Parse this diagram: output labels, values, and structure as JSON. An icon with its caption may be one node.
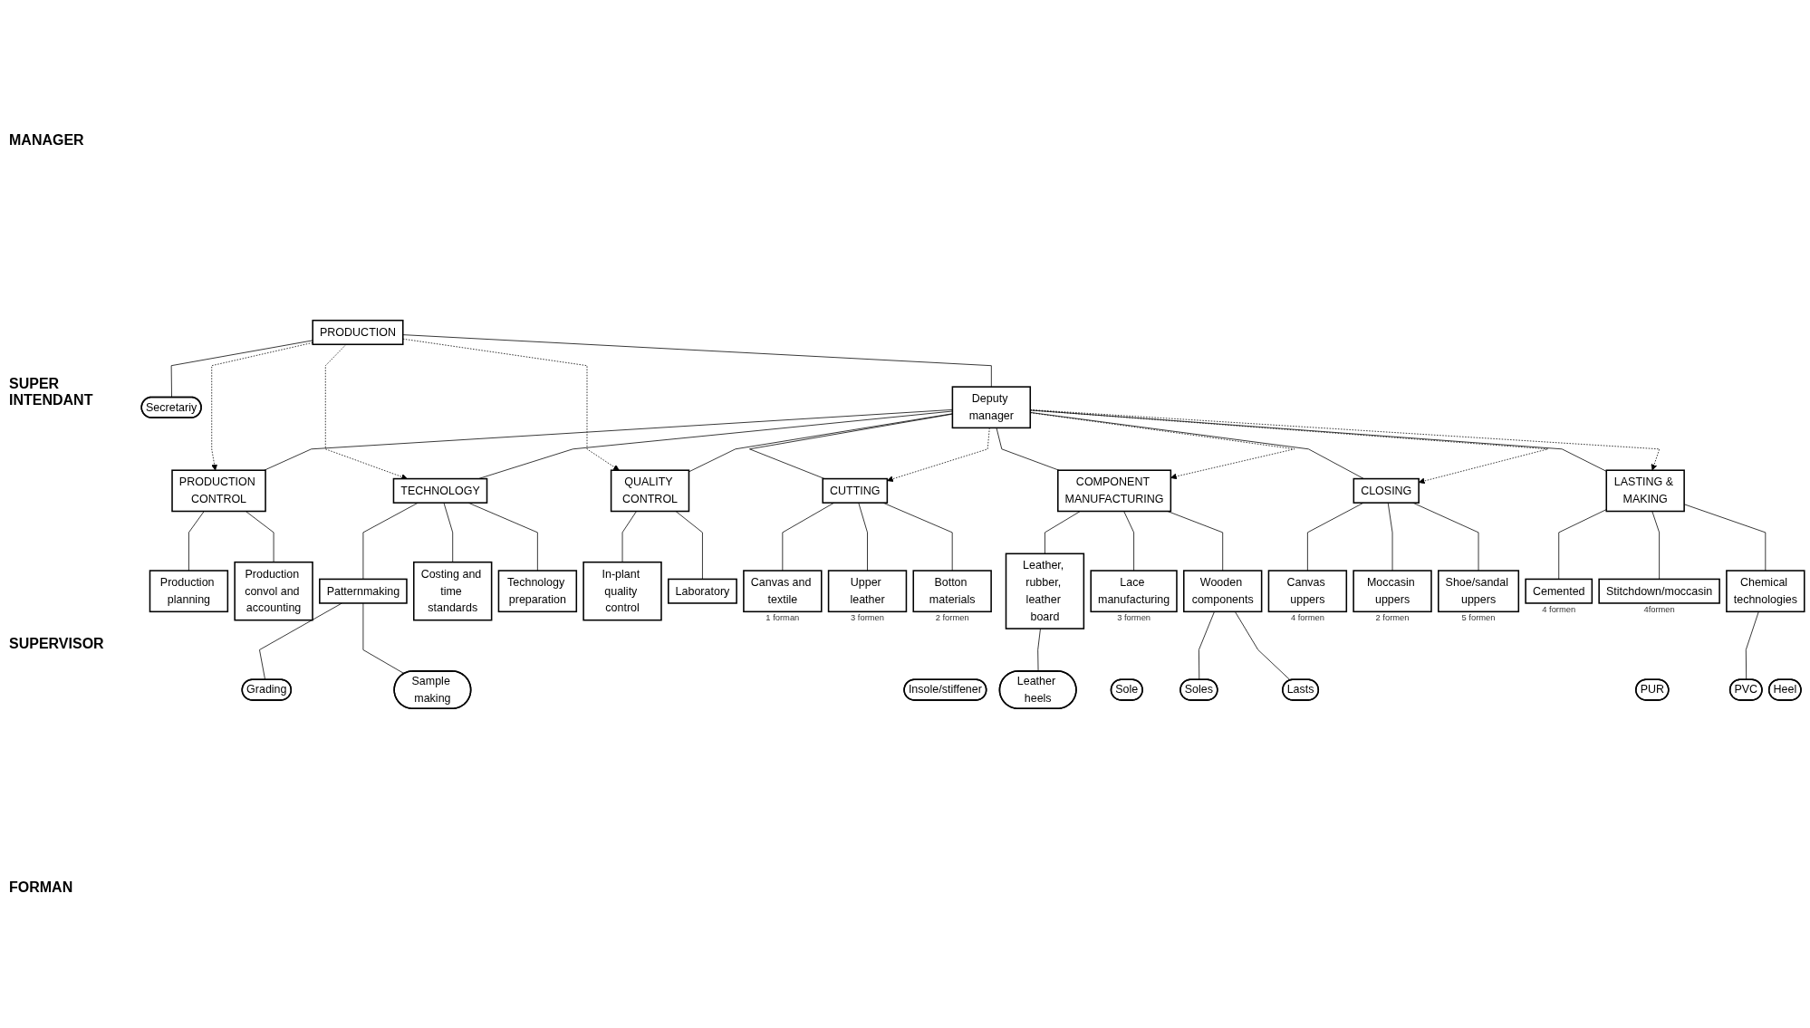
{
  "diagram": {
    "nodes": [
      {
        "text": [
          "PRODUCTION"
        ]
      },
      {
        "text": [
          "Secretariy"
        ]
      },
      {
        "text": [
          "Deputy manager"
        ]
      },
      {
        "text": [
          "PRODUCTION CONTROL"
        ]
      },
      {
        "text": [
          "TECHNOLOGY"
        ]
      },
      {
        "text": [
          "QUALITY CONTROL"
        ]
      },
      {
        "text": [
          "CUTTING"
        ]
      },
      {
        "text": [
          "COMPONENT MANUFACTURING"
        ]
      },
      {
        "text": [
          "CLOSING"
        ]
      },
      {
        "text": [
          "LASTING & MAKING"
        ]
      },
      {
        "text": [
          "Production planning"
        ]
      },
      {
        "text": [
          "Production convol and accounting"
        ]
      },
      {
        "text": [
          "Patternmaking"
        ]
      },
      {
        "text": [
          "Costing and time standards"
        ]
      },
      {
        "text": [
          "Technology preparation"
        ]
      },
      {
        "text": [
          "In-plant quality control"
        ]
      },
      {
        "text": [
          "Laboratory"
        ]
      },
      {
        "text": [
          "Canvas and textile"
        ],
        "beside": [
          "1 forman"
        ]
      },
      {
        "text": [
          "Upper leather"
        ],
        "beside": [
          "3 formen"
        ]
      },
      {
        "text": [
          "Botton materials"
        ],
        "beside": [
          "2 formen"
        ]
      },
      {
        "text": [
          "Leather, rubber, leather board"
        ]
      },
      {
        "text": [
          "Lace manufacturing"
        ],
        "beside": [
          "3 formen"
        ]
      },
      {
        "text": [
          "Wooden components"
        ]
      },
      {
        "text": [
          "Canvas uppers"
        ],
        "beside": [
          "4 formen"
        ]
      },
      {
        "text": [
          "Moccasin uppers"
        ],
        "beside": [
          "2 formen"
        ]
      },
      {
        "text": [
          "Shoe/sandal uppers"
        ],
        "beside": [
          "5 formen"
        ]
      },
      {
        "text": [
          "Cemented"
        ],
        "beside": [
          "4 formen"
        ]
      },
      {
        "text": [
          "Stitchdown/moccasin"
        ],
        "beside": [
          "4formen"
        ]
      },
      {
        "text": [
          "Chemical technologies"
        ]
      },
      {
        "text": [
          "Grading"
        ]
      },
      {
        "text": [
          "Sample making"
        ]
      },
      {
        "text": [
          "Insole/stiffener"
        ]
      },
      {
        "text": [
          "Leather heels"
        ]
      },
      {
        "text": [
          "Sole"
        ]
      },
      {
        "text": [
          "Soles"
        ]
      },
      {
        "text": [
          "Lasts"
        ]
      },
      {
        "text": [
          "PUR"
        ]
      },
      {
        "text": [
          "PVC"
        ]
      },
      {
        "text": [
          "Heel"
        ]
      }
    ],
    "edges": [
      {
        "from": 0,
        "to": 1,
        "arrow": "none"
      },
      {
        "from": 0,
        "to": 2,
        "arrow": "none"
      },
      {
        "from": 0,
        "to": 3,
        "arrow": "to",
        "style": "dashed"
      },
      {
        "from": 0,
        "to": 4,
        "arrow": "to",
        "style": "dashed"
      },
      {
        "from": 0,
        "to": 5,
        "arrow": "to",
        "style": "dashed"
      },
      {
        "from": 2,
        "to": 3,
        "arrow": "none"
      },
      {
        "from": 2,
        "to": 4,
        "arrow": "none"
      },
      {
        "from": 2,
        "to": 5,
        "arrow": "none"
      },
      {
        "from": 2,
        "to": 6,
        "arrow": "none"
      },
      {
        "from": 2,
        "to": 7,
        "arrow": "none"
      },
      {
        "from": 2,
        "to": 8,
        "arrow": "none"
      },
      {
        "from": 2,
        "to": 9,
        "arrow": "none"
      },
      {
        "from": 2,
        "to": 6,
        "arrow": "to",
        "style": "dashed"
      },
      {
        "from": 2,
        "to": 7,
        "arrow": "to",
        "style": "dashed"
      },
      {
        "from": 2,
        "to": 8,
        "arrow": "to",
        "style": "dashed"
      },
      {
        "from": 2,
        "to": 9,
        "arrow": "to",
        "style": "dashed"
      },
      {
        "from": 3,
        "to": 10,
        "arrow": "none"
      },
      {
        "from": 3,
        "to": 11,
        "arrow": "none"
      },
      {
        "from": 4,
        "to": 12,
        "arrow": "none"
      },
      {
        "from": 4,
        "to": 13,
        "arrow": "none"
      },
      {
        "from": 4,
        "to": 14,
        "arrow": "none"
      },
      {
        "from": 5,
        "to": 15,
        "arrow": "none"
      },
      {
        "from": 5,
        "to": 16,
        "arrow": "none"
      },
      {
        "from": 6,
        "to": 17,
        "arrow": "none"
      },
      {
        "from": 6,
        "to": 18,
        "arrow": "none"
      },
      {
        "from": 6,
        "to": 19,
        "arrow": "none"
      },
      {
        "from": 7,
        "to": 20,
        "arrow": "none"
      },
      {
        "from": 7,
        "to": 21,
        "arrow": "none"
      },
      {
        "from": 7,
        "to": 22,
        "arrow": "none"
      },
      {
        "from": 8,
        "to": 23,
        "arrow": "none"
      },
      {
        "from": 8,
        "to": 24,
        "arrow": "none"
      },
      {
        "from": 8,
        "to": 25,
        "arrow": "none"
      },
      {
        "from": 9,
        "to": 26,
        "arrow": "none"
      },
      {
        "from": 9,
        "to": 27,
        "arrow": "none"
      },
      {
        "from": 9,
        "to": 28,
        "arrow": "none"
      },
      {
        "from": 12,
        "to": 29,
        "arrow": "none"
      },
      {
        "from": 12,
        "to": 30,
        "arrow": "none"
      },
      {
        "from": 20,
        "to": 32,
        "arrow": "none"
      },
      {
        "from": 22,
        "to": 34,
        "arrow": "none"
      },
      {
        "from": 22,
        "to": 35,
        "arrow": "none"
      },
      {
        "from": 28,
        "to": 37,
        "arrow": "none"
      }
    ],
    "labels": [
      "MANAGER",
      "SUPER INTENDANT",
      "SUPERVISOR",
      "FORMAN"
    ]
  }
}
